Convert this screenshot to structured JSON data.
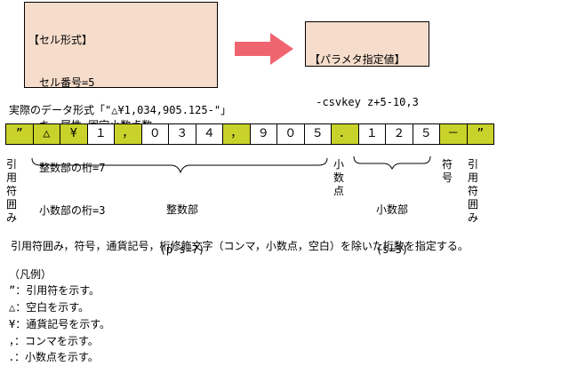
{
  "cell_box": {
    "lines": [
      "【セル形式】",
      "　セル番号=5",
      "　キー属性=固定小数点数",
      "　整数部の桁=7",
      "　小数部の桁=3"
    ]
  },
  "param_box": {
    "lines": [
      "【パラメタ指定値】",
      " -csvkey z+5-10,3"
    ]
  },
  "colors": {
    "box_fill": "#f6dccb",
    "arrow": "#f06470",
    "strip_accent": "#c9d22a",
    "strip_plain": "#ffffff"
  },
  "format_title": "実際のデータ形式「\"△¥1,034,905.125-\"」",
  "cells": [
    "”",
    "△",
    "¥",
    "１",
    "，",
    "０",
    "３",
    "４",
    "，",
    "９",
    "０",
    "５",
    "．",
    "１",
    "２",
    "５",
    "－",
    "”"
  ],
  "labels": {
    "quote_left": "引用符囲み",
    "integer": "整数部",
    "integer_sub": "(p-s=7)",
    "decimal_point": "小数点",
    "fraction": "小数部",
    "fraction_sub": "(s=3)",
    "sign": "符号",
    "quote_right": "引用符囲み"
  },
  "description": "引用符囲み，符号，通貨記号，桁修飾文字（コンマ，小数点，空白）を除いた桁数を指定する。",
  "legend": {
    "title": "（凡例）",
    "items": [
      "”：引用符を示す。",
      "△：空白を示す。",
      "¥：通貨記号を示す。",
      "，：コンマを示す。",
      "．：小数点を示す。"
    ]
  }
}
